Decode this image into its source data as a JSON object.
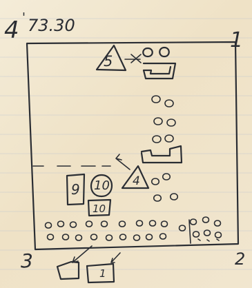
{
  "page": {
    "corner_labels": {
      "top_left": "4",
      "top_right": "1",
      "bottom_left": "3",
      "bottom_right": "2"
    },
    "header_note": "73.30",
    "header_tick": "'",
    "shapes": {
      "top_triangle_number": "5",
      "mid_triangle_number": "4",
      "rect_number": "9",
      "circle_number": "10",
      "small_square_number": "10",
      "bottom_box_number": "1"
    }
  },
  "colors": {
    "ink": "#2a2d33",
    "paper": "#efe2c6",
    "lines": "#96aad2"
  }
}
